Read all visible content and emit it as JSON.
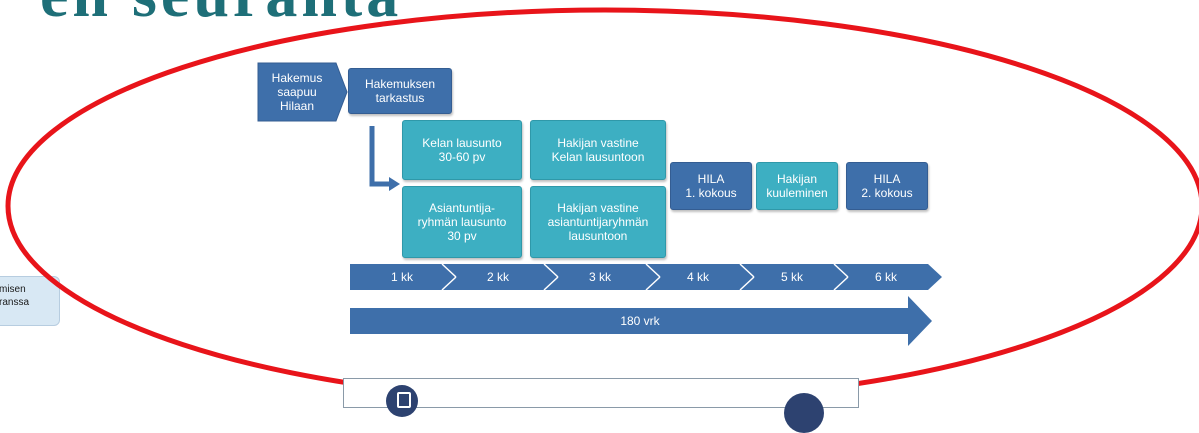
{
  "header": {
    "title_fragment": "en seuranta"
  },
  "side_card": {
    "line1": "misen",
    "line2": "ranssa"
  },
  "colors": {
    "dark_box": "#3e6faa",
    "teal_box": "#3dafc2",
    "timeline": "#3e6faa",
    "ellipse": "#e8141a",
    "title": "#1e6f78"
  },
  "steps": {
    "arrival": "Hakemus\nsaapuu\nHilaan",
    "check": "Hakemuksen\ntarkastus",
    "kela_statement": "Kelan lausunto\n30-60 pv",
    "expert_statement": "Asiantuntija-\nryhmän lausunto\n30 pv",
    "reply_kela": "Hakijan vastine\nKelan lausuntoon",
    "reply_expert": "Hakijan vastine\nasiantuntijaryhmän\nlausuntoon",
    "hila_meeting1": "HILA\n1. kokous",
    "hearing": "Hakijan\nkuuleminen",
    "hila_meeting2": "HILA\n2. kokous"
  },
  "timeline": {
    "months": [
      "1 kk",
      "2 kk",
      "3 kk",
      "4 kk",
      "5 kk",
      "6 kk"
    ],
    "total": "180 vrk"
  },
  "bottom_panel": {
    "icon_left": "document-icon",
    "icon_right": "circle-icon"
  }
}
